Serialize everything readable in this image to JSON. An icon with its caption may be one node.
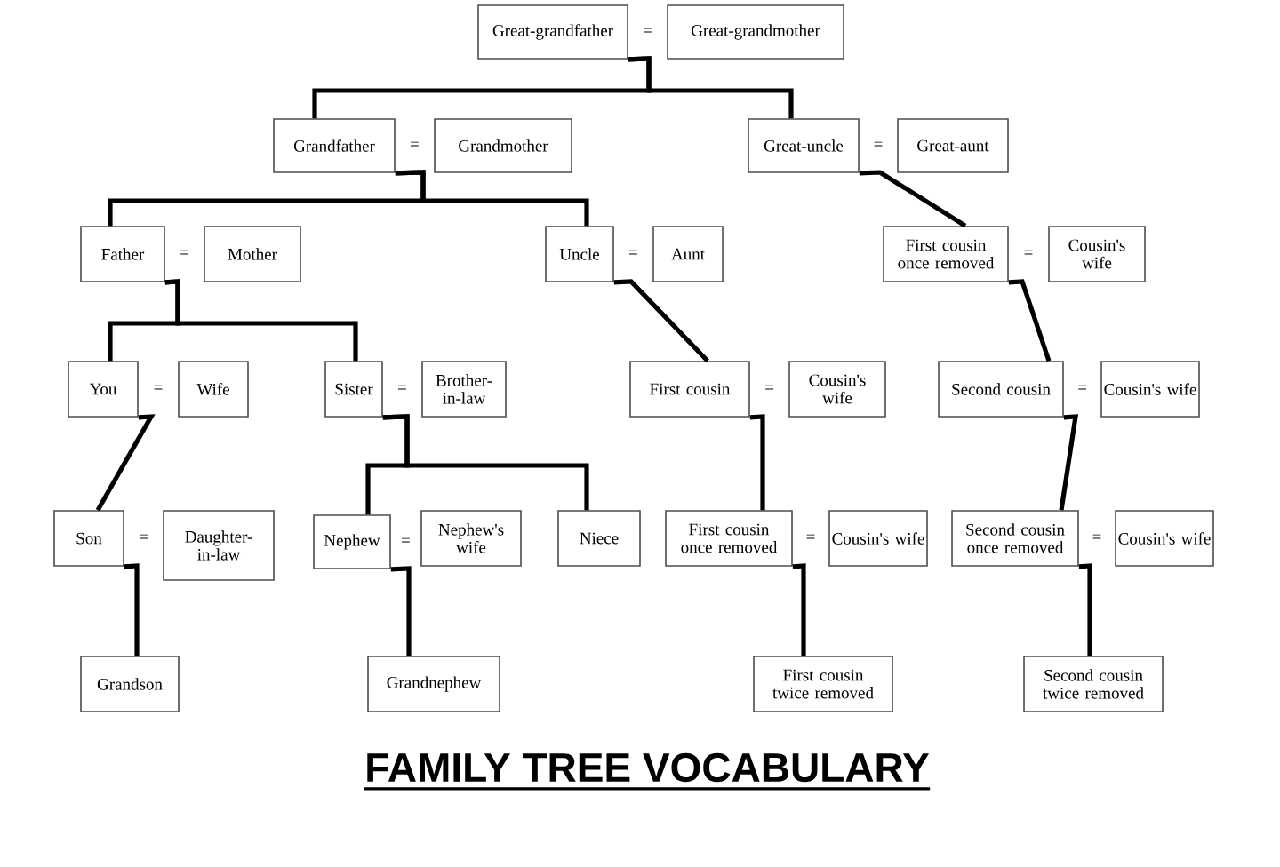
{
  "diagram": {
    "title": "FAMILY TREE VOCABULARY",
    "nodes": [
      {
        "text": [
          "Great-grandfather"
        ]
      },
      {
        "text": [
          "Great-grandmother"
        ]
      },
      {
        "text": [
          "Grandfather"
        ]
      },
      {
        "text": [
          "Grandmother"
        ]
      },
      {
        "text": [
          "Great-uncle"
        ]
      },
      {
        "text": [
          "Great-aunt"
        ]
      },
      {
        "text": [
          "Father"
        ]
      },
      {
        "text": [
          "Mother"
        ]
      },
      {
        "text": [
          "Uncle"
        ]
      },
      {
        "text": [
          "Aunt"
        ]
      },
      {
        "text": [
          "First cousin once removed"
        ]
      },
      {
        "text": [
          "Cousin's wife"
        ]
      },
      {
        "text": [
          "You"
        ]
      },
      {
        "text": [
          "Wife"
        ]
      },
      {
        "text": [
          "Sister"
        ]
      },
      {
        "text": [
          "Brother-in-law"
        ]
      },
      {
        "text": [
          "First cousin"
        ]
      },
      {
        "text": [
          "Cousin's wife"
        ]
      },
      {
        "text": [
          "Second cousin"
        ]
      },
      {
        "text": [
          "Cousin's wife"
        ]
      },
      {
        "text": [
          "Son"
        ]
      },
      {
        "text": [
          "Daughter-in-law"
        ]
      },
      {
        "text": [
          "Nephew"
        ]
      },
      {
        "text": [
          "Nephew's wife"
        ]
      },
      {
        "text": [
          "Niece"
        ]
      },
      {
        "text": [
          "First cousin once removed"
        ]
      },
      {
        "text": [
          "Cousin's wife"
        ]
      },
      {
        "text": [
          "Second cousin once removed"
        ]
      },
      {
        "text": [
          "Cousin's wife"
        ]
      },
      {
        "text": [
          "Grandson"
        ]
      },
      {
        "text": [
          "Grandnephew"
        ]
      },
      {
        "text": [
          "First cousin twice removed"
        ]
      },
      {
        "text": [
          "Second cousin twice removed"
        ]
      }
    ],
    "edges": [
      {
        "from": 0,
        "to": 2,
        "arrow": "none"
      },
      {
        "from": 0,
        "to": 4,
        "arrow": "none"
      },
      {
        "from": 2,
        "to": 6,
        "arrow": "none"
      },
      {
        "from": 2,
        "to": 8,
        "arrow": "none"
      },
      {
        "from": 4,
        "to": 10,
        "arrow": "none"
      },
      {
        "from": 6,
        "to": 12,
        "arrow": "none"
      },
      {
        "from": 6,
        "to": 14,
        "arrow": "none"
      },
      {
        "from": 8,
        "to": 16,
        "arrow": "none"
      },
      {
        "from": 10,
        "to": 18,
        "arrow": "none"
      },
      {
        "from": 12,
        "to": 20,
        "arrow": "none"
      },
      {
        "from": 14,
        "to": 22,
        "arrow": "none"
      },
      {
        "from": 14,
        "to": 24,
        "arrow": "none"
      },
      {
        "from": 16,
        "to": 25,
        "arrow": "none"
      },
      {
        "from": 18,
        "to": 27,
        "arrow": "none"
      },
      {
        "from": 20,
        "to": 29,
        "arrow": "none"
      },
      {
        "from": 22,
        "to": 30,
        "arrow": "none"
      },
      {
        "from": 25,
        "to": 31,
        "arrow": "none"
      },
      {
        "from": 27,
        "to": 32,
        "arrow": "none"
      }
    ],
    "labels": [
      "=",
      "=",
      "=",
      "=",
      "=",
      "=",
      "=",
      "=",
      "=",
      "=",
      "=",
      "=",
      "=",
      "="
    ]
  }
}
